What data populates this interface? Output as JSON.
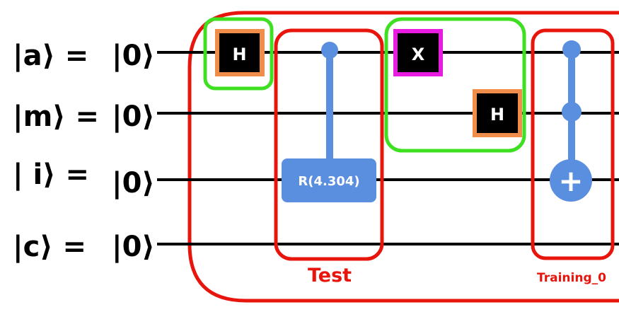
{
  "registers": [
    {
      "name": "|a⟩ =",
      "state": "|0⟩"
    },
    {
      "name": "|m⟩ =",
      "state": "|0⟩"
    },
    {
      "name": "| i⟩ =",
      "state": "|0⟩"
    },
    {
      "name": "|c⟩ =",
      "state": "|0⟩"
    }
  ],
  "gates": {
    "h_a": "H",
    "x_a": "X",
    "h_m": "H",
    "rotation": "R(4.304)",
    "target_symbol": "+"
  },
  "labels": {
    "test": "Test",
    "training": "Training_0"
  },
  "colors": {
    "red": "#e8150d",
    "green": "#3fe021",
    "blue": "#5a8fe0",
    "orange": "#f08d4a",
    "magenta": "#e81be0",
    "black": "#000000"
  }
}
